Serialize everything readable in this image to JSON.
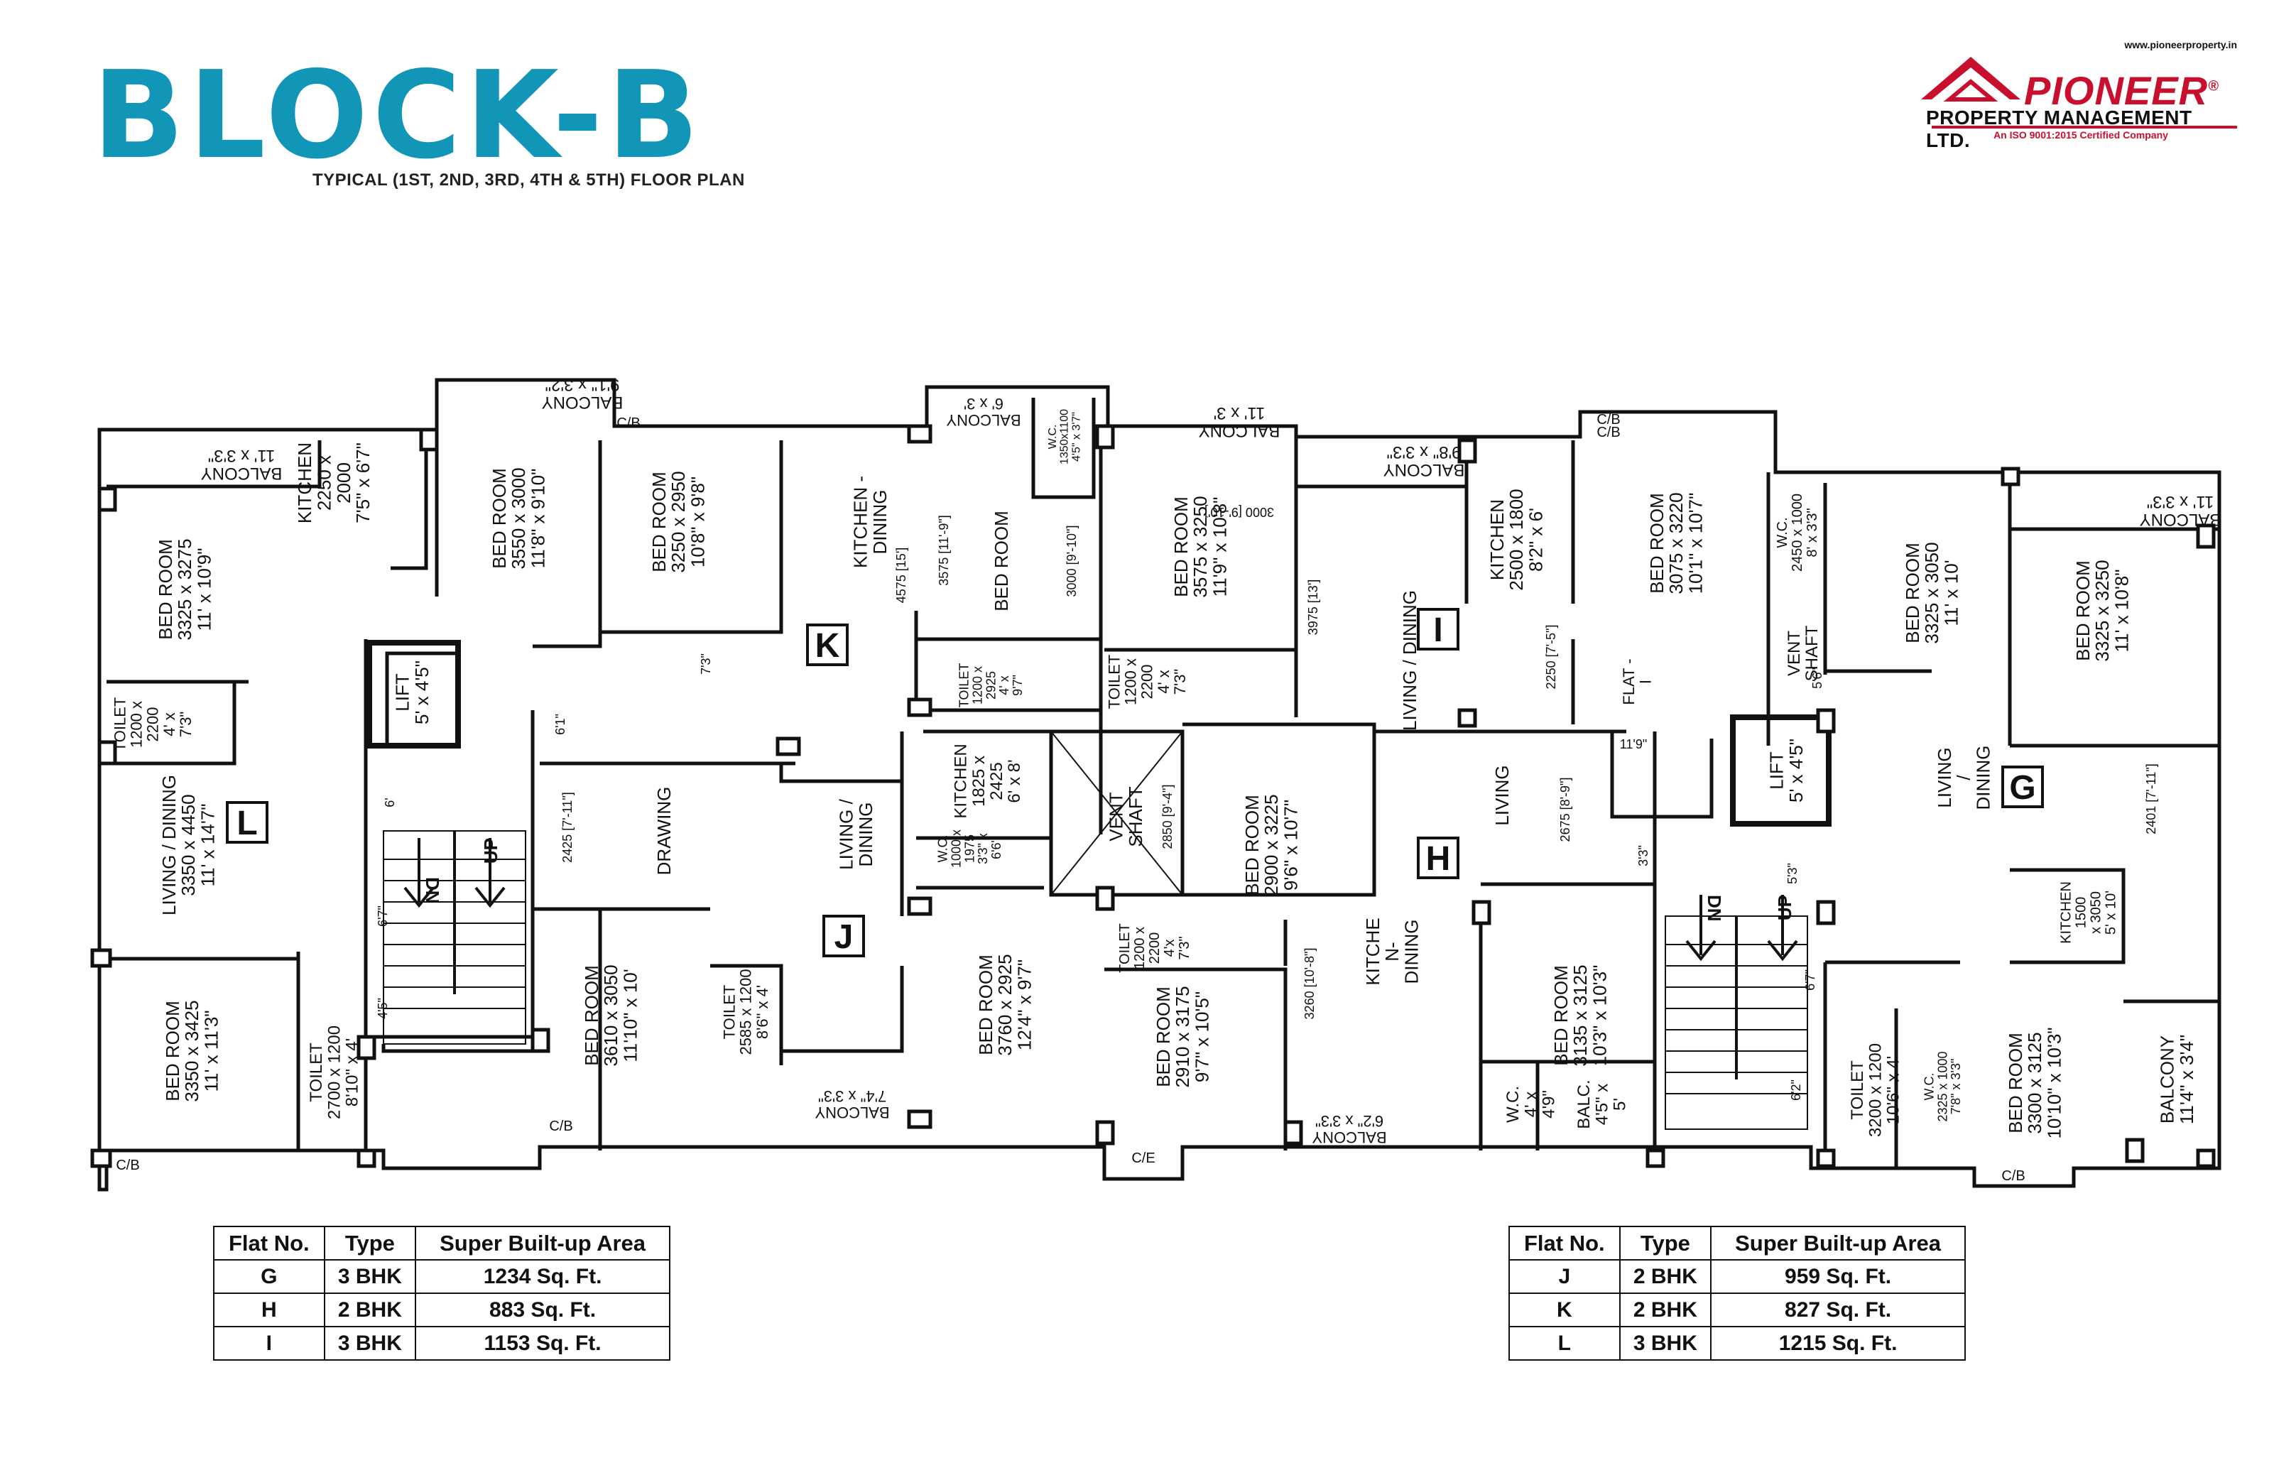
{
  "header": {
    "title": "BLOCK-B",
    "subtitle": "TYPICAL (1ST, 2ND, 3RD, 4TH & 5TH) FLOOR PLAN"
  },
  "logo": {
    "url": "www.pioneerproperty.in",
    "name": "PIONEER",
    "registered": "®",
    "sub": "PROPERTY MANAGEMENT LTD.",
    "cert": "An ISO 9001:2015 Certified Company",
    "color": "#c8102e"
  },
  "colors": {
    "title": "#1196b8",
    "lines": "#111111",
    "brand_red": "#c8102e"
  },
  "flat_markers": [
    "L",
    "K",
    "J",
    "I",
    "H",
    "G"
  ],
  "rooms": [
    {
      "lines": [
        "BALCONY",
        "11' x 3'3\""
      ],
      "rot": 180
    },
    {
      "lines": [
        "BED ROOM",
        "3325 x 3275",
        "11' x 10'9\""
      ],
      "rot": -90
    },
    {
      "lines": [
        "KITCHEN",
        "2250 x",
        "2000",
        "7'5\" x 6'7\""
      ],
      "rot": -90
    },
    {
      "lines": [
        "BED ROOM",
        "3550 x 3000",
        "11'8\" x 9'10\""
      ],
      "rot": -90
    },
    {
      "lines": [
        "BALCONY",
        "9'1\" x 3'2\""
      ],
      "rot": 180
    },
    {
      "lines": [
        "C/B"
      ],
      "rot": 0
    },
    {
      "lines": [
        "TOILET",
        "1200 x",
        "2200",
        "4' x",
        "7'3\""
      ],
      "rot": -90
    },
    {
      "lines": [
        "LIFT",
        "5' x 4'5\""
      ],
      "rot": -90
    },
    {
      "lines": [
        "LIVING / DINING",
        "3350 x 4450",
        "11' x 14'7\""
      ],
      "rot": -90
    },
    {
      "lines": [
        "BED ROOM",
        "3350 x 3425",
        "11' x 11'3\""
      ],
      "rot": -90
    },
    {
      "lines": [
        "TOILET",
        "2700 x 1200",
        "8'10\" x 4'"
      ],
      "rot": -90
    },
    {
      "lines": [
        "C/B"
      ],
      "rot": 0
    },
    {
      "lines": [
        "BED ROOM",
        "3250 x 2950",
        "10'8\" x 9'8\""
      ],
      "rot": -90
    },
    {
      "lines": [
        "KITCHEN -",
        "DINING"
      ],
      "rot": -90
    },
    {
      "lines": [
        "DRAWING"
      ],
      "rot": -90
    },
    {
      "lines": [
        "LIVING /",
        "DINING"
      ],
      "rot": -90
    },
    {
      "lines": [
        "BED ROOM",
        "3610 x 3050",
        "11'10\" x 10'"
      ],
      "rot": -90
    },
    {
      "lines": [
        "TOILET",
        "2585 x 1200",
        "8'6\" x 4'"
      ],
      "rot": -90
    },
    {
      "lines": [
        "BALCONY",
        "7'4\" x 3'3\""
      ],
      "rot": 180
    },
    {
      "lines": [
        "C/B"
      ],
      "rot": 0
    },
    {
      "lines": [
        "BALCONY",
        "6' x 3'"
      ],
      "rot": 180
    },
    {
      "lines": [
        "W.C.",
        "1350x1100",
        "4'5\" x 3'7\""
      ],
      "rot": -90
    },
    {
      "lines": [
        "BED ROOM"
      ],
      "rot": -90
    },
    {
      "lines": [
        "TOILET",
        "1200 x",
        "2925",
        "4' x",
        "9'7\""
      ],
      "rot": -90
    },
    {
      "lines": [
        "KITCHEN",
        "1825 x",
        "2425",
        "6' x 8'"
      ],
      "rot": -90
    },
    {
      "lines": [
        "W.C.",
        "1000 x",
        "1975",
        "3'3\" x",
        "6'6\""
      ],
      "rot": -90
    },
    {
      "lines": [
        "BED ROOM",
        "3760 x 2925",
        "12'4\" x 9'7\""
      ],
      "rot": -90
    },
    {
      "lines": [
        "VENT",
        "SHAFT"
      ],
      "rot": -90
    },
    {
      "lines": [
        "BALCONY",
        "11' x 3'"
      ],
      "rot": 180
    },
    {
      "lines": [
        "BED ROOM",
        "3575 x 3250",
        "11'9\" x 10'8\""
      ],
      "rot": -90
    },
    {
      "lines": [
        "TOILET",
        "1200 x",
        "2200",
        "4' x",
        "7'3\""
      ],
      "rot": -90
    },
    {
      "lines": [
        "BED ROOM",
        "2900 x 3225",
        "9'6\" x 10'7\""
      ],
      "rot": -90
    },
    {
      "lines": [
        "TOILET",
        "1200 x",
        "2200",
        "4'x",
        "7'3\""
      ],
      "rot": -90
    },
    {
      "lines": [
        "BED ROOM",
        "2910 x 3175",
        "9'7\" x 10'5\""
      ],
      "rot": -90
    },
    {
      "lines": [
        "C/E"
      ],
      "rot": 0
    },
    {
      "lines": [
        "BALCONY",
        "6'2\" x 3'3\""
      ],
      "rot": 180
    },
    {
      "lines": [
        "BALCONY",
        "9'8\" x 3'3\""
      ],
      "rot": 180
    },
    {
      "lines": [
        "LIVING / DINING"
      ],
      "rot": -90
    },
    {
      "lines": [
        "KITCHEN",
        "2500 x 1800",
        "8'2\" x 6'"
      ],
      "rot": -90
    },
    {
      "lines": [
        "C/B"
      ],
      "rot": 0
    },
    {
      "lines": [
        "BED ROOM",
        "3075 x 3220",
        "10'1\" x 10'7\""
      ],
      "rot": -90
    },
    {
      "lines": [
        "FLAT -",
        "I"
      ],
      "rot": -90
    },
    {
      "lines": [
        "LIVING"
      ],
      "rot": -90
    },
    {
      "lines": [
        "KITCHE",
        "N-",
        "DINING"
      ],
      "rot": -90
    },
    {
      "lines": [
        "BED ROOM",
        "3135 x 3125",
        "10'3\" x 10'3\""
      ],
      "rot": -90
    },
    {
      "lines": [
        "W.C.",
        "4' x",
        "4'9\""
      ],
      "rot": -90
    },
    {
      "lines": [
        "BALC.",
        "4'5\" x",
        "5'"
      ],
      "rot": -90
    },
    {
      "lines": [
        "W.C.",
        "2450 x 1000",
        "8' x 3'3\""
      ],
      "rot": -90
    },
    {
      "lines": [
        "VENT",
        "SHAFT"
      ],
      "rot": -90
    },
    {
      "lines": [
        "LIFT",
        "5' x 4'5\""
      ],
      "rot": -90
    },
    {
      "lines": [
        "BED ROOM",
        "3325 x 3050",
        "11' x 10'"
      ],
      "rot": -90
    },
    {
      "lines": [
        "BALCONY",
        "11' x 3'3\""
      ],
      "rot": 180
    },
    {
      "lines": [
        "BED ROOM",
        "3325 x 3250",
        "11' x 10'8\""
      ],
      "rot": -90
    },
    {
      "lines": [
        "LIVING",
        "/",
        "DINING"
      ],
      "rot": -90
    },
    {
      "lines": [
        "KITCHEN",
        "1500",
        "x 3050",
        "5' x 10'"
      ],
      "rot": -90
    },
    {
      "lines": [
        "TOILET",
        "3200 x 1200",
        "10'6\" x 4'"
      ],
      "rot": -90
    },
    {
      "lines": [
        "W.C.",
        "2325 x 1000",
        "7'8\" x 3'3\""
      ],
      "rot": -90
    },
    {
      "lines": [
        "BED ROOM",
        "3300 x 3125",
        "10'10\" x 10'3\""
      ],
      "rot": -90
    },
    {
      "lines": [
        "BALCONY",
        "11'4\" x 3'4\""
      ],
      "rot": -90
    },
    {
      "lines": [
        "C/B"
      ],
      "rot": 0
    },
    {
      "lines": [
        "C/B"
      ],
      "rot": 0
    }
  ],
  "dims": [
    "4575 [15']",
    "3575 [11'-9\"]",
    "3000 [9'-10\"]",
    "3000 [9'-10']",
    "3975 [13']",
    "2250 [7'-5\"]",
    "2850 [9'-4\"]",
    "3260 [10'-8\"]",
    "2675 [8'-9\"]",
    "2401 [7'-11\"]",
    "2425 [7'-11\"]",
    "7'3\"",
    "6'1\"",
    "6'",
    "6'7\"",
    "4'5\"",
    "3'3\"",
    "5'3\"",
    "6'7\"",
    "6'2\"",
    "5'6\"",
    "11'9\""
  ],
  "stairs": [
    "DN",
    "UP",
    "DN",
    "UP"
  ],
  "tables": {
    "headers": [
      "Flat No.",
      "Type",
      "Super Built-up Area"
    ],
    "left": [
      [
        "G",
        "3 BHK",
        "1234 Sq. Ft."
      ],
      [
        "H",
        "2 BHK",
        "883 Sq. Ft."
      ],
      [
        "I",
        "3 BHK",
        "1153 Sq. Ft."
      ]
    ],
    "right": [
      [
        "J",
        "2 BHK",
        "959 Sq. Ft."
      ],
      [
        "K",
        "2 BHK",
        "827 Sq. Ft."
      ],
      [
        "L",
        "3 BHK",
        "1215 Sq. Ft."
      ]
    ]
  }
}
